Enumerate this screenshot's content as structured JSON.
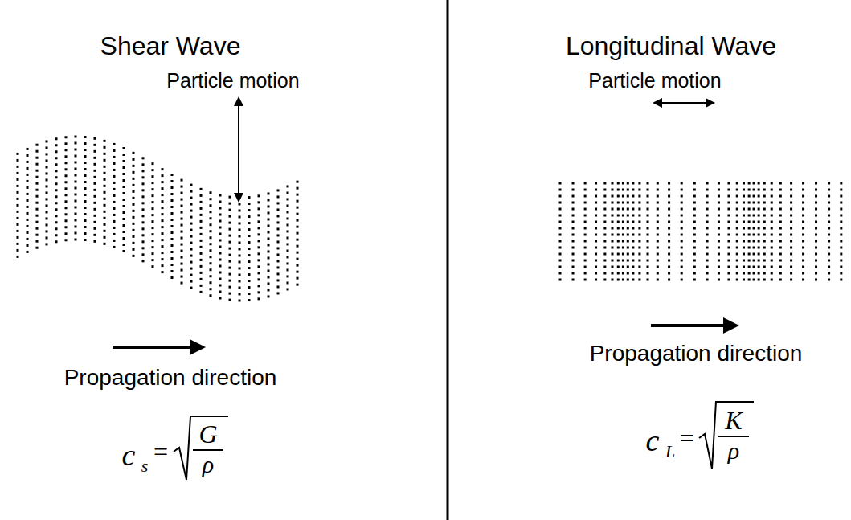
{
  "diagram": {
    "labels": [
      "Shear Wave",
      "Particle motion",
      "Propagation direction",
      "c",
      "s",
      "=",
      "G",
      "ρ",
      "Longitudinal Wave",
      "Particle motion",
      "Propagation direction",
      "c",
      "L",
      "=",
      "K",
      "ρ"
    ]
  }
}
